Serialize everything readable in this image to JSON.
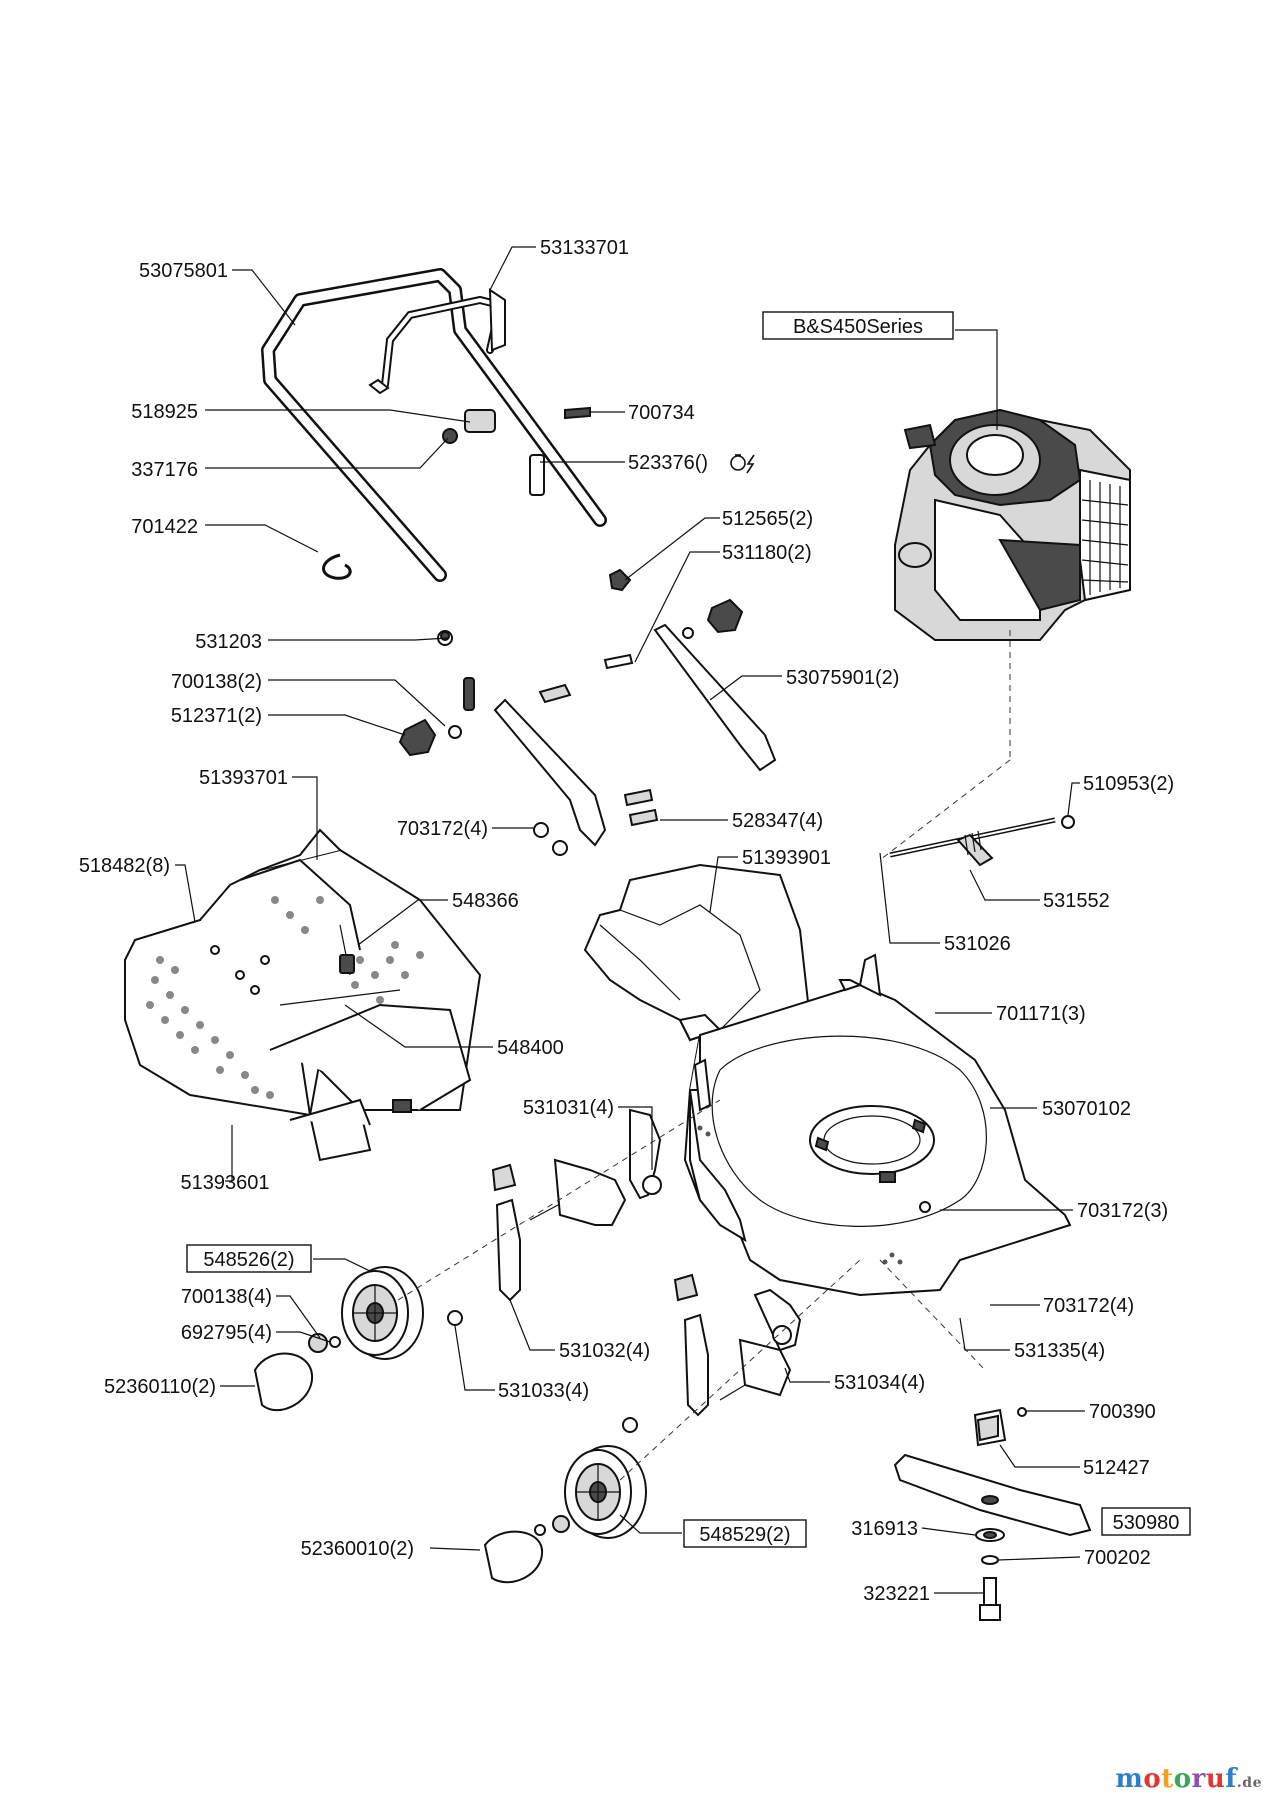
{
  "parts": {
    "p53075801": "53075801",
    "p53133701": "53133701",
    "engine": "B&S450Series",
    "p518925": "518925",
    "p700734": "700734",
    "p337176": "337176",
    "p523376": "523376()",
    "p701422": "701422",
    "p512565": "512565(2)",
    "p531180": "531180(2)",
    "p531203": "531203",
    "p700138_2": "700138(2)",
    "p53075901": "53075901(2)",
    "p512371": "512371(2)",
    "p51393701": "51393701",
    "p510953": "510953(2)",
    "p703172_4a": "703172(4)",
    "p528347": "528347(4)",
    "p518482": "518482(8)",
    "p51393901": "51393901",
    "p548366": "548366",
    "p531552": "531552",
    "p531026": "531026",
    "p701171": "701171(3)",
    "p548400": "548400",
    "p53070102": "53070102",
    "p531031": "531031(4)",
    "p51393601": "51393601",
    "p703172_3": "703172(3)",
    "p548526": "548526(2)",
    "p700138_4": "700138(4)",
    "p703172_4b": "703172(4)",
    "p692795": "692795(4)",
    "p531335": "531335(4)",
    "p531032": "531032(4)",
    "p52360110": "52360110(2)",
    "p531034": "531034(4)",
    "p531033": "531033(4)",
    "p700390": "700390",
    "p512427": "512427",
    "p316913": "316913",
    "p530980": "530980",
    "p52360010": "52360010(2)",
    "p548529": "548529(2)",
    "p700202": "700202",
    "p323221": "323221"
  },
  "icons": {
    "p523376_symbol": "starter-safety-icon"
  },
  "watermark": {
    "name": "motoruf",
    "tld": ".de"
  }
}
